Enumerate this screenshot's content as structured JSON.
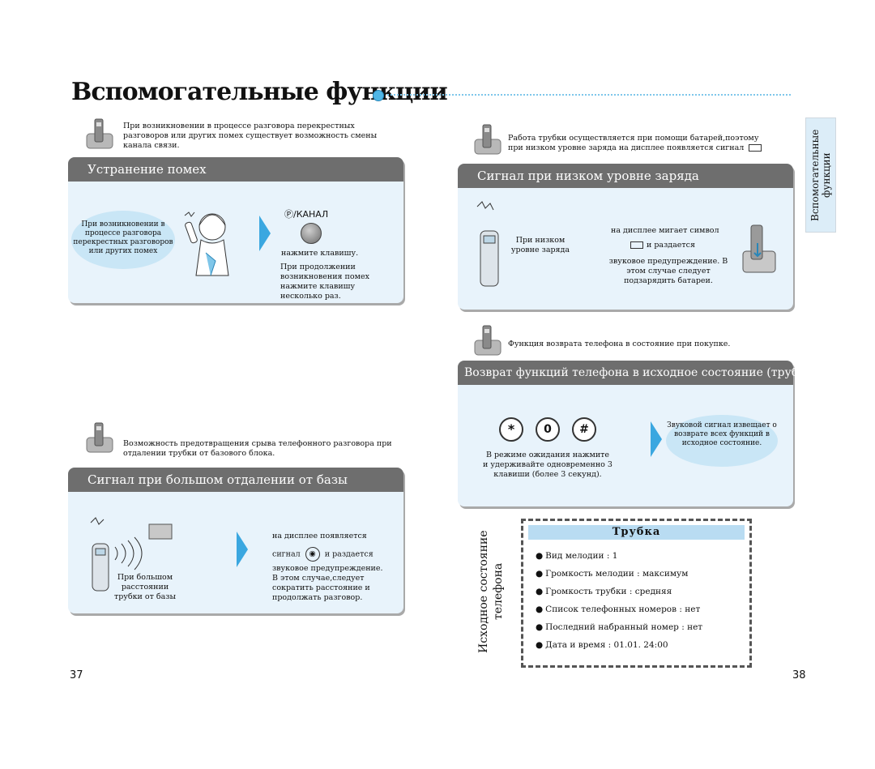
{
  "header": {
    "title": "Вспомогательные функции"
  },
  "side_tab": {
    "label": "Вспомогательные функции"
  },
  "interference": {
    "intro": "При возникновении в процессе разговора перекрестных разговоров или других помех существует возможность смены канала связи.",
    "title": "Устранение помех",
    "bubble": "При возникновении в процессе разговора перекрестных разговоров или других помех",
    "button_label": "/КАНАЛ",
    "press_key": "нажмите клавишу.",
    "continue": "При продолжении возникновения помех нажмите клавишу несколько раз."
  },
  "far": {
    "intro": "Возможность предотвращения срыва телефонного разговора при отдалении трубки от базового блока.",
    "title": "Сигнал при большом отдалении от базы",
    "label": "При большом расстоянии трубки от базы",
    "line1": "на дисплее появляется",
    "line2a": "сигнал",
    "line2b": "и раздается",
    "rest": "звуковое предупреждение. В этом случае,следует сократить расстояние и продолжать разговор."
  },
  "battery": {
    "intro": "Работа трубки осуществляется при помощи батарей,поэтому при низком уровне заряда на дисплее появляется сигнал",
    "title": "Сигнал при низком уровне заряда",
    "label": "При низком уровне заряда",
    "line1": "на дисплее мигает символ",
    "line2": "и раздается",
    "rest": "звуковое предупреждение. В этом случае следует подзарядить батареи."
  },
  "reset": {
    "intro": "Функция возврата телефона в состояние при покупке.",
    "title": "Возврат функций телефона в исходное состояние (трубка)",
    "keys": [
      "*",
      "0",
      "#"
    ],
    "instruction": "В режиме ожидания нажмите и удерживайте одновременно 3 клавиши (более 3 секунд).",
    "bubble": "Звуковой сигнал извещает о возврате всех функций в исходное состояние."
  },
  "defaults": {
    "side_label": "Исходное состояние телефона",
    "heading": "Трубка",
    "items": [
      "Вид мелодии : 1",
      "Громкость мелодии : максимум",
      "Громкость трубки : средняя",
      "Список телефонных номеров : нет",
      "Последний набранный номер : нет",
      "Дата и время : 01.01. 24:00"
    ]
  },
  "pages": {
    "left": "37",
    "right": "38"
  },
  "colors": {
    "accent": "#3aa7e0",
    "panel": "#e8f3fb",
    "header": "#6e6e6e"
  }
}
